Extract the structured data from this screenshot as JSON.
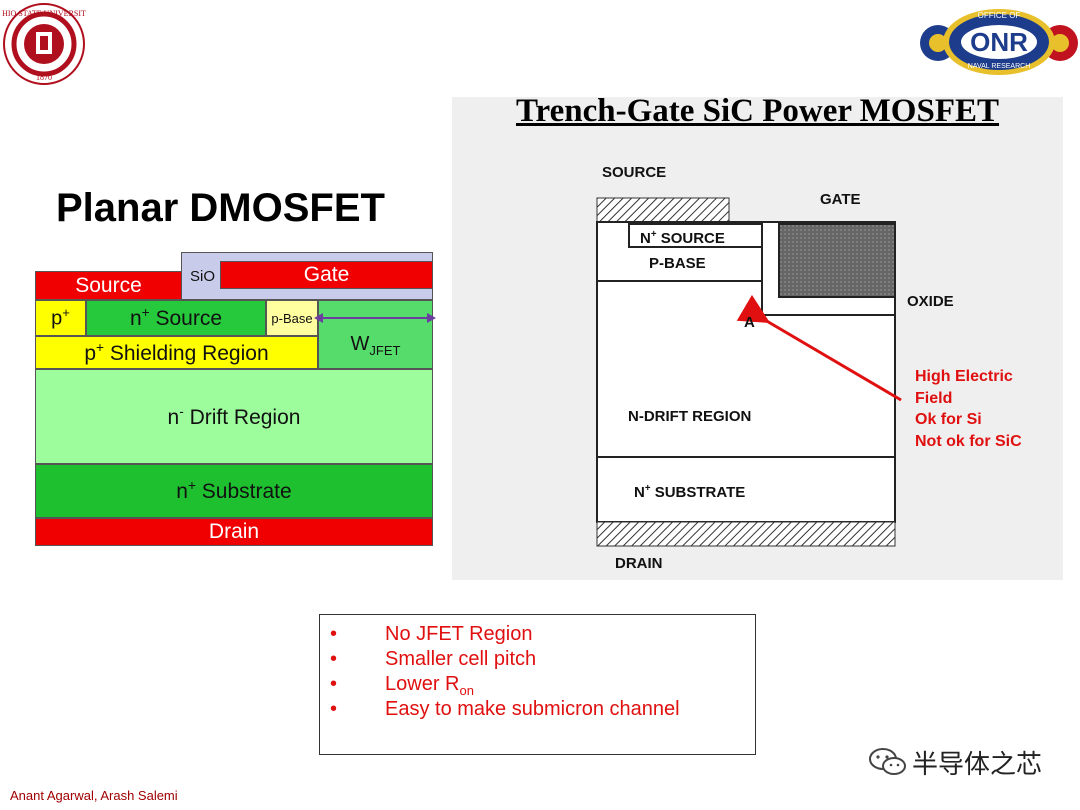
{
  "logos": {
    "left": {
      "icon": "university-seal",
      "text": "OHIO STATE UNIVERSITY",
      "year": "1870"
    },
    "right": {
      "icon": "onr-emblem",
      "top_text": "OFFICE OF",
      "mark": "ONR",
      "bottom_text": "NAVAL RESEARCH"
    }
  },
  "planar": {
    "title": "Planar DMOSFET",
    "source": "Source",
    "sio2": "SiO",
    "gate": "Gate",
    "pplus": "p",
    "pplus_sup": "+",
    "nsource": "n",
    "nsource_sup": "+",
    "nsource_rest": " Source",
    "pbase": "p-Base",
    "shield": "p",
    "shield_sup": "+",
    "shield_rest": " Shielding Region",
    "wjfet": "W",
    "wjfet_sub": "JFET",
    "drift": "n",
    "drift_sup": "-",
    "drift_rest": " Drift Region",
    "substrate": "n",
    "substrate_sup": "+",
    "substrate_rest": " Substrate",
    "drain": "Drain"
  },
  "trench": {
    "title": "Trench-Gate SiC Power MOSFET",
    "source": "SOURCE",
    "gate": "GATE",
    "nsource": "N",
    "nsource_sup": "+",
    "nsource_rest": " SOURCE",
    "pbase": "P-BASE",
    "oxide": "OXIDE",
    "point_a": "A",
    "drift": "N-DRIFT REGION",
    "substrate": "N",
    "substrate_sup": "+",
    "substrate_rest": " SUBSTRATE",
    "drain": "DRAIN",
    "annotation": [
      "High Electric",
      "Field",
      "Ok for Si",
      "Not ok for SiC"
    ],
    "annotation_color": "#e01010"
  },
  "bullets": {
    "marker": "•",
    "items": [
      {
        "text": "No JFET Region",
        "sub": ""
      },
      {
        "text": "Smaller cell pitch",
        "sub": ""
      },
      {
        "text": "Lower R",
        "sub": "on"
      },
      {
        "text": "Easy to make submicron channel",
        "sub": ""
      }
    ],
    "color": "#e01010"
  },
  "footer": {
    "author": "Anant Agarwal, Arash Salemi",
    "watermark": "半导体之芯",
    "watermark_icon": "wechat-icon"
  }
}
